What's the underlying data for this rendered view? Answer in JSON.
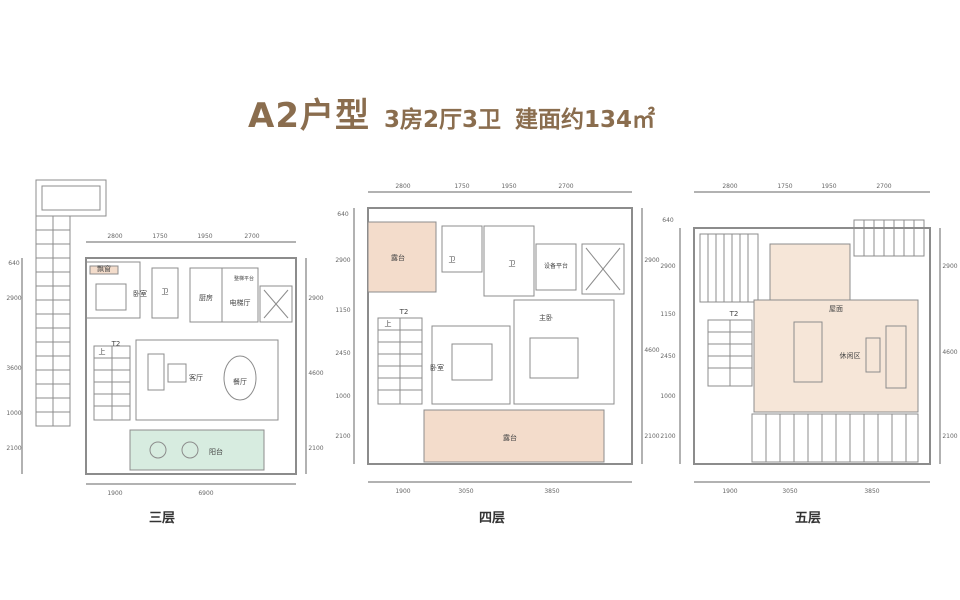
{
  "title": {
    "type_name": "A2户型",
    "layout": "3房2厅3卫",
    "area": "建面约134㎡"
  },
  "colors": {
    "title": "#8a6d4e",
    "wall": "#8c8c8c",
    "terrace_fill": "#f3dccb",
    "balcony_fill": "#d7ece0",
    "leisure_fill": "#f6e6d8",
    "dimension": "#666666"
  },
  "floors": [
    {
      "label": "三层",
      "top_dims": [
        "2800",
        "1750",
        "1950",
        "2700"
      ],
      "bottom_dims": [
        "1900",
        "6900"
      ],
      "left_dims": [
        "640",
        "2900",
        "3600",
        "1000",
        "2100"
      ],
      "right_dims": [
        "2900",
        "4600",
        "2100"
      ],
      "rooms": [
        "飘窗",
        "卧室",
        "卫",
        "厨房",
        "电梯厅",
        "客厅",
        "餐厅",
        "阳台",
        "T2",
        "上",
        "整梯平台"
      ]
    },
    {
      "label": "四层",
      "top_dims": [
        "2800",
        "1750",
        "1950",
        "2700"
      ],
      "bottom_dims": [
        "1900",
        "3050",
        "3850"
      ],
      "left_dims": [
        "640",
        "2900",
        "1150",
        "2450",
        "1000",
        "2100"
      ],
      "right_dims": [
        "2900",
        "4600",
        "2100"
      ],
      "rooms": [
        "露台",
        "卫",
        "卫",
        "设备平台",
        "主卧",
        "卧室",
        "露台",
        "T2",
        "上"
      ]
    },
    {
      "label": "五层",
      "top_dims": [
        "2800",
        "1750",
        "1950",
        "2700"
      ],
      "bottom_dims": [
        "1900",
        "3050",
        "3850"
      ],
      "left_dims": [
        "640",
        "2900",
        "1150",
        "2450",
        "1000",
        "2100"
      ],
      "right_dims": [
        "2900",
        "4600",
        "2100"
      ],
      "rooms": [
        "屋面",
        "休闲区",
        "T2"
      ]
    }
  ]
}
